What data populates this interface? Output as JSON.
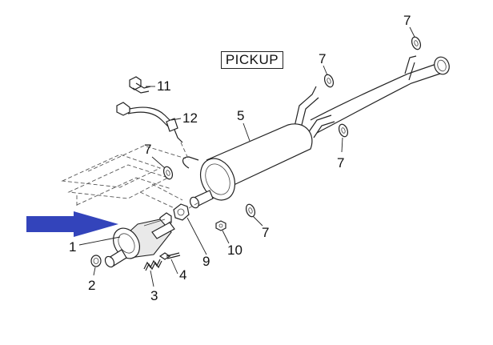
{
  "diagram": {
    "title": "PICKUP",
    "arrow_color": "#3344bb",
    "labels": {
      "p1": "1",
      "p2": "2",
      "p3": "3",
      "p4": "4",
      "p5": "5",
      "p7a": "7",
      "p7b": "7",
      "p7c": "7",
      "p7d": "7",
      "p7e": "7",
      "p9": "9",
      "p10": "10",
      "p11": "11",
      "p12": "12"
    }
  }
}
